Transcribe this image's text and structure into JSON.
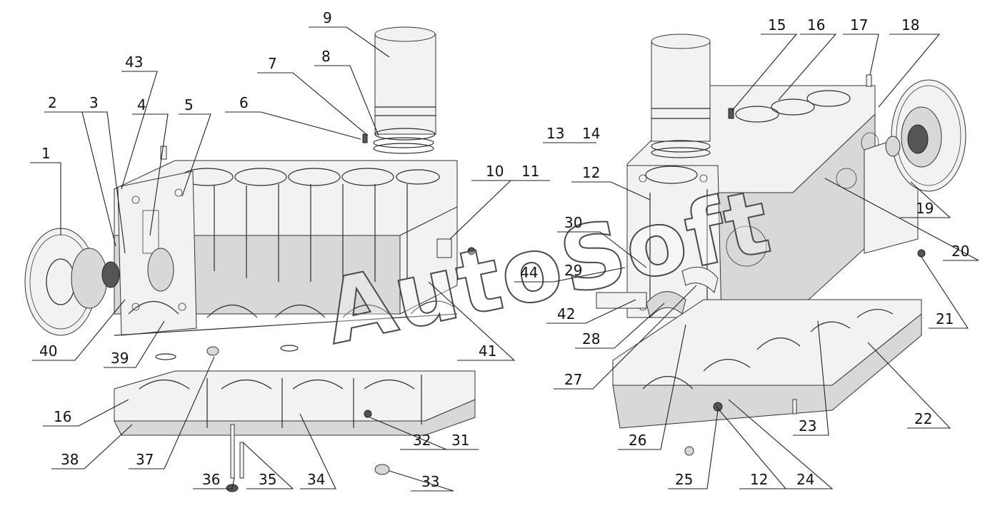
{
  "watermark": "AutoSoft",
  "callouts": [
    {
      "id": "c1",
      "label": "1"
    },
    {
      "id": "c2",
      "label": "2"
    },
    {
      "id": "c3",
      "label": "3"
    },
    {
      "id": "c43",
      "label": "43"
    },
    {
      "id": "c4",
      "label": "4"
    },
    {
      "id": "c5",
      "label": "5"
    },
    {
      "id": "c6",
      "label": "6"
    },
    {
      "id": "c7",
      "label": "7"
    },
    {
      "id": "c8",
      "label": "8"
    },
    {
      "id": "c9",
      "label": "9"
    },
    {
      "id": "c10",
      "label": "10"
    },
    {
      "id": "c11",
      "label": "11"
    },
    {
      "id": "c13",
      "label": "13"
    },
    {
      "id": "c14",
      "label": "14"
    },
    {
      "id": "c15",
      "label": "15"
    },
    {
      "id": "c16r",
      "label": "16"
    },
    {
      "id": "c17",
      "label": "17"
    },
    {
      "id": "c18",
      "label": "18"
    },
    {
      "id": "c12t",
      "label": "12"
    },
    {
      "id": "c19",
      "label": "19"
    },
    {
      "id": "c20",
      "label": "20"
    },
    {
      "id": "c21",
      "label": "21"
    },
    {
      "id": "c30",
      "label": "30"
    },
    {
      "id": "c29",
      "label": "29"
    },
    {
      "id": "c44",
      "label": "44"
    },
    {
      "id": "c42",
      "label": "42"
    },
    {
      "id": "c28",
      "label": "28"
    },
    {
      "id": "c41",
      "label": "41"
    },
    {
      "id": "c27",
      "label": "27"
    },
    {
      "id": "c40",
      "label": "40"
    },
    {
      "id": "c39",
      "label": "39"
    },
    {
      "id": "c16l",
      "label": "16"
    },
    {
      "id": "c38",
      "label": "38"
    },
    {
      "id": "c37",
      "label": "37"
    },
    {
      "id": "c32",
      "label": "32"
    },
    {
      "id": "c31",
      "label": "31"
    },
    {
      "id": "c36",
      "label": "36"
    },
    {
      "id": "c35",
      "label": "35"
    },
    {
      "id": "c34",
      "label": "34"
    },
    {
      "id": "c33",
      "label": "33"
    },
    {
      "id": "c26",
      "label": "26"
    },
    {
      "id": "c25",
      "label": "25"
    },
    {
      "id": "c12b",
      "label": "12"
    },
    {
      "id": "c24",
      "label": "24"
    },
    {
      "id": "c23",
      "label": "23"
    },
    {
      "id": "c22",
      "label": "22"
    }
  ]
}
